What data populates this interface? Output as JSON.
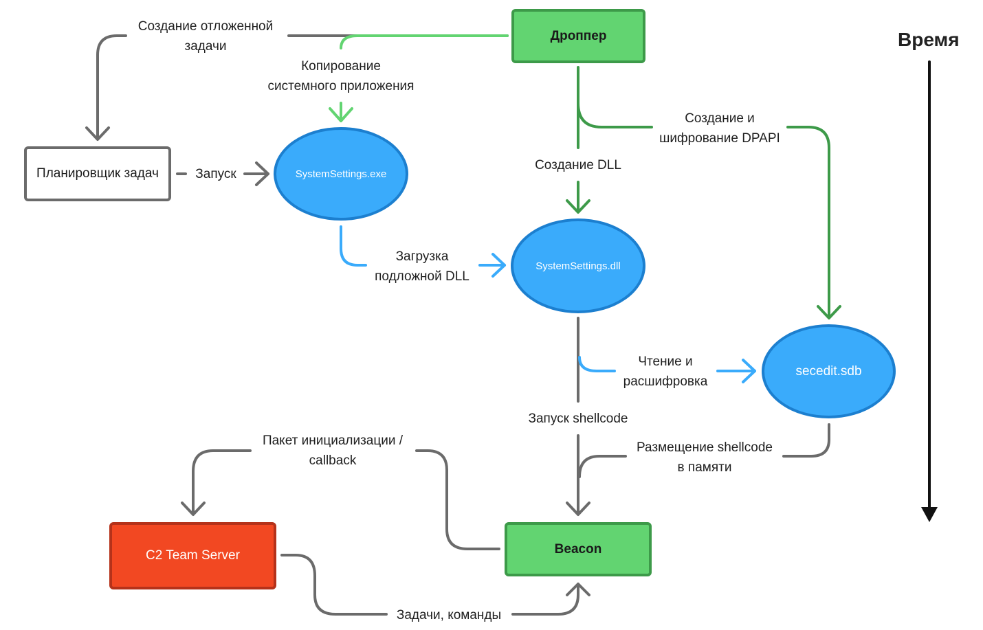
{
  "nodes": {
    "dropper": "Дроппер",
    "scheduler": "Планировщик задач",
    "system_exe": "SystemSettings.exe",
    "system_dll": "SystemSettings.dll",
    "secedit": "secedit.sdb",
    "beacon": "Beacon",
    "c2": "C2 Team Server"
  },
  "edges": {
    "deferred_task": "Создание отложенной\nзадачи",
    "copy_app": "Копирование\nсистемного приложения",
    "launch": "Запуск",
    "create_dpapi": "Создание и\nшифрование DPAPI",
    "create_dll": "Создание DLL",
    "load_dll": "Загрузка\nподложной DLL",
    "read_decrypt": "Чтение и\nрасшифровка",
    "run_shellcode": "Запуск shellcode",
    "place_shellcode": "Размещение shellcode\nв памяти",
    "init_packet": "Пакет инициализации /\ncallback",
    "tasks": "Задачи, команды"
  },
  "timeline": {
    "label": "Время"
  },
  "colors": {
    "gray": "#6b6b6b",
    "light_green": "#62d471",
    "dark_green": "#3d9a49",
    "blue": "#3aabfb",
    "black": "#111111"
  }
}
